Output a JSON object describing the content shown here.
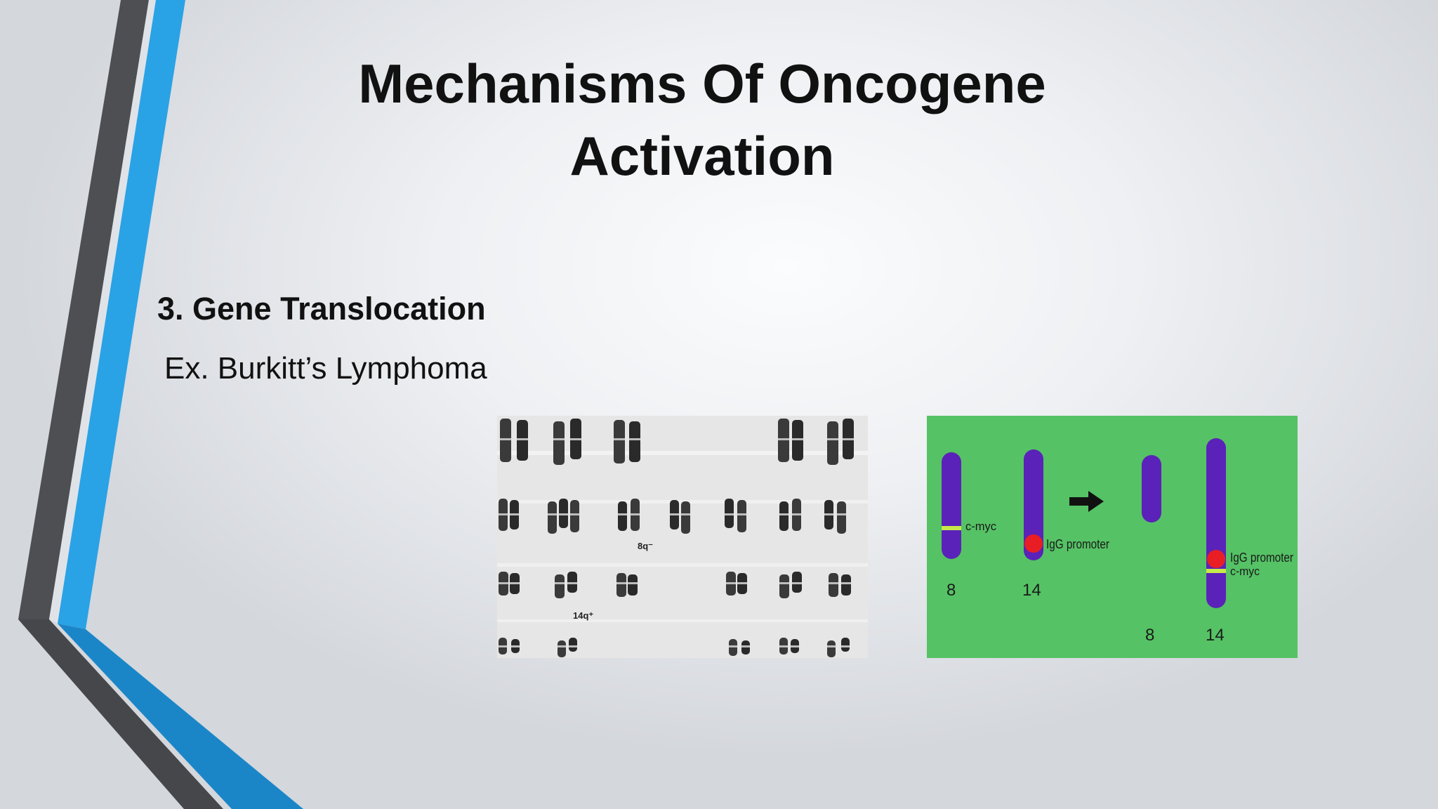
{
  "slide": {
    "title_line1": "Mechanisms Of Oncogene",
    "title_line2": "Activation",
    "heading": "3. Gene Translocation",
    "subheading": "Ex. Burkitt’s Lymphoma"
  },
  "karyotype": {
    "label_8q": "8q⁻",
    "label_14q": "14q⁺"
  },
  "translocation_diagram": {
    "label_cmyc": "c-myc",
    "label_igg": "IgG promoter",
    "label_chr8": "8",
    "label_chr14": "14",
    "label_result_igg": "IgG promoter",
    "label_result_cmyc": "c-myc",
    "label_result_chr8": "8",
    "label_result_chr14": "14"
  },
  "colors": {
    "accent_blue": "#2e9ee0",
    "accent_dark": "#4a4c50",
    "diagram_bg": "#55c265",
    "chromosome": "#5a22b8",
    "cmyc_band": "#c8e84a",
    "igg_marker": "#e81e24"
  }
}
